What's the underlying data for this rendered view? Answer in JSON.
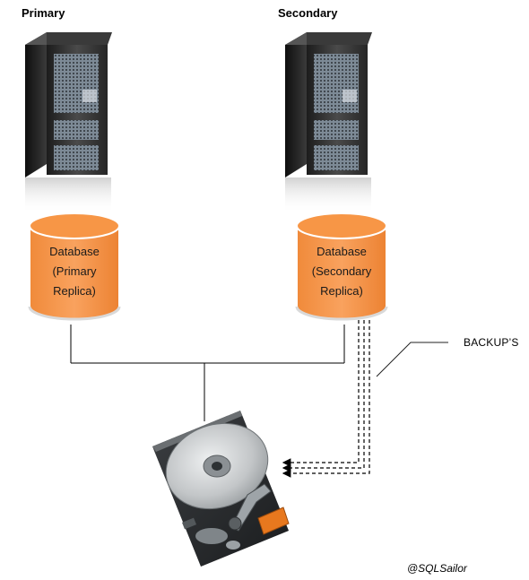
{
  "primary": {
    "title": "Primary",
    "db_line1": "Database",
    "db_line2": "(Primary",
    "db_line3": "Replica)"
  },
  "secondary": {
    "title": "Secondary",
    "db_line1": "Database",
    "db_line2": "(Secondary",
    "db_line3": "Replica)"
  },
  "backup_label": "BACKUP’S",
  "credit": "@SQLSailor",
  "colors": {
    "database_fill": "#f79646",
    "database_stroke": "#ffffff",
    "connector": "#000000",
    "server_body": "#2b2b2b",
    "disk_platter": "#c9cbcc",
    "disk_chip": "#e8781e"
  },
  "icons": [
    "server-icon",
    "database-icon",
    "hard-drive-icon"
  ]
}
